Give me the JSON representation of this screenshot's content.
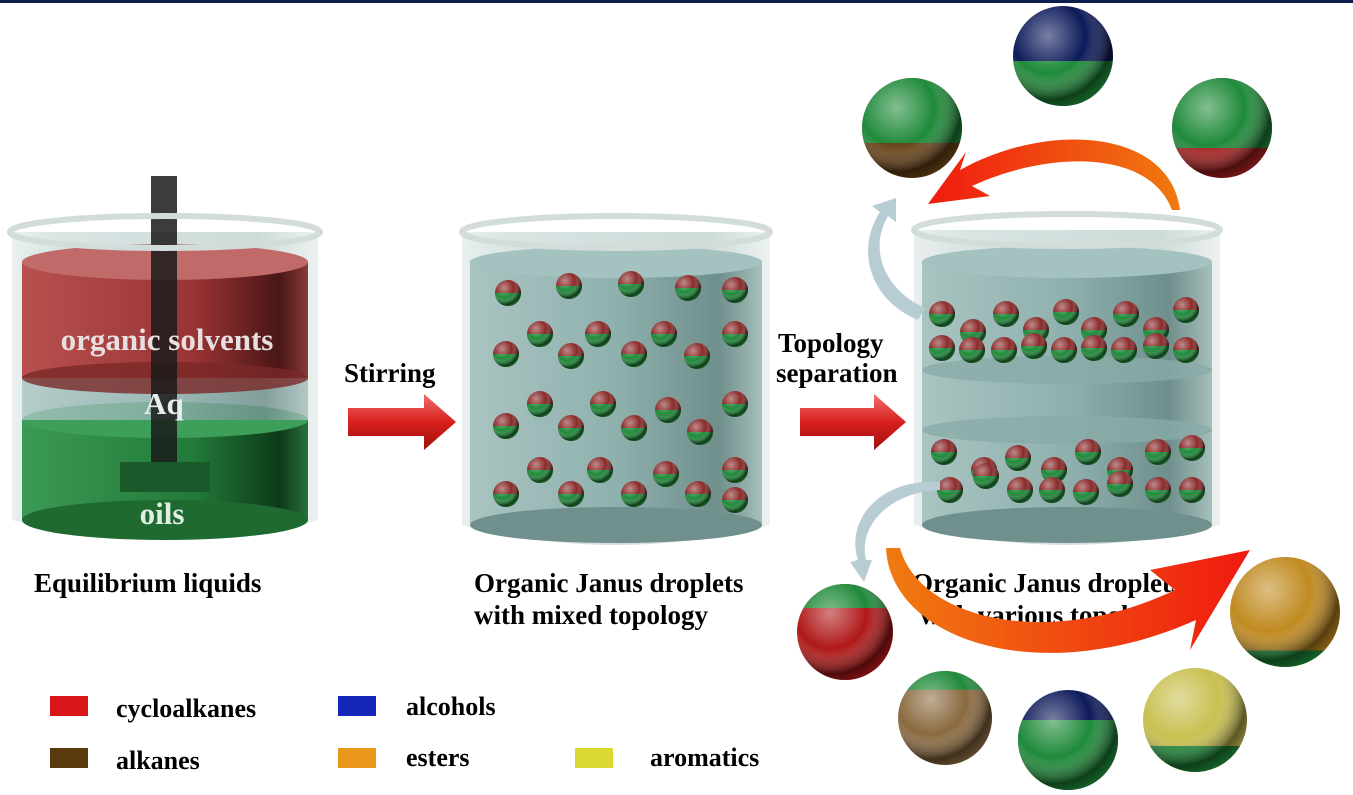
{
  "beaker1": {
    "layer_top": "organic solvents",
    "layer_mid": "Aq",
    "layer_bottom": "oils",
    "caption": "Equilibrium liquids"
  },
  "step1": {
    "label": "Stirring"
  },
  "beaker2": {
    "caption_line1": "Organic Janus droplets",
    "caption_line2": "with mixed topology"
  },
  "step2": {
    "label_line1": "Topology",
    "label_line2": "separation"
  },
  "beaker3": {
    "caption_line1": "Organic Janus droplets",
    "caption_line2": "with various topologies"
  },
  "legend": [
    {
      "label": "cycloalkanes",
      "color": "#d8161a"
    },
    {
      "label": "alcohols",
      "color": "#1427b8"
    },
    {
      "label": "alkanes",
      "color": "#5a3a0c"
    },
    {
      "label": "esters",
      "color": "#e8961c"
    },
    {
      "label": "aromatics",
      "color": "#dcd832"
    }
  ],
  "colors": {
    "green": "#1f8a3a",
    "oil_green": "#2e8a45",
    "solvent_red": "#a33a3a",
    "water": "#8fb5b2",
    "arrow_red": "#e8281e"
  }
}
